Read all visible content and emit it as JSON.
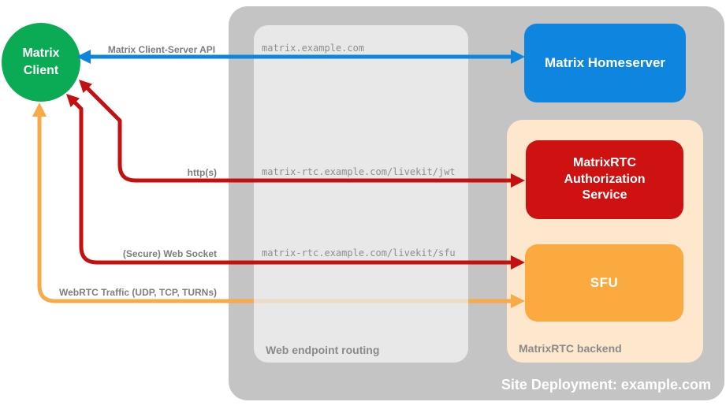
{
  "diagram_title": "Site Deployment: example.com",
  "nodes": {
    "matrix_client": "Matrix\nClient",
    "matrix_homeserver": "Matrix Homeserver",
    "auth_service": "MatrixRTC Authorization Service",
    "sfu": "SFU"
  },
  "containers": {
    "site_deployment_label": "Site Deployment: example.com",
    "web_endpoint_routing_label": "Web endpoint routing",
    "matrixrtc_backend_label": "MatrixRTC backend"
  },
  "connections": [
    {
      "label": "Matrix Client-Server API",
      "route": "matrix.example.com",
      "color": "#0e86e0",
      "style": "bidirectional"
    },
    {
      "label": "http(s)",
      "route": "matrix-rtc.example.com/livekit/jwt",
      "color": "#c41010",
      "style": "bidirectional"
    },
    {
      "label": "(Secure) Web Socket",
      "route": "matrix-rtc.example.com/livekit/sfu",
      "color": "#c41010",
      "style": "bidirectional"
    },
    {
      "label": "WebRTC Traffic (UDP, TCP, TURNs)",
      "color": "#f9a945",
      "style": "bidirectional, bypasses web endpoint routing"
    }
  ],
  "colors": {
    "client_green": "#0bab55",
    "homeserver_blue": "#0e86e0",
    "service_red": "#ce1111",
    "sfu_orange": "#fbaa40",
    "backend_peach": "#fde8ce",
    "outer_gray": "#c4c4c4",
    "routing_gray": "#e8e8e8"
  }
}
